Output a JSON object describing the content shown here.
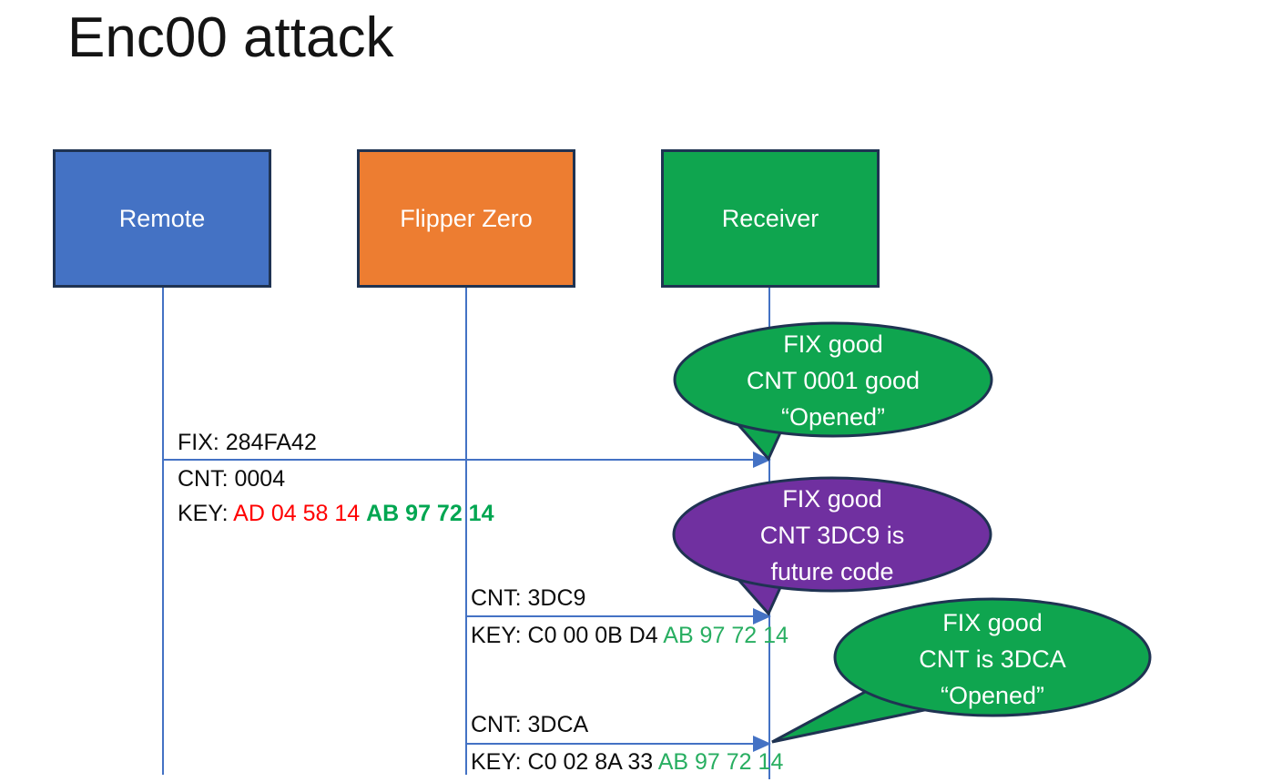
{
  "title": "Enc00 attack",
  "actors": [
    {
      "label": "Remote",
      "fill": "#4472C4"
    },
    {
      "label": "Flipper Zero",
      "fill": "#ED7D31"
    },
    {
      "label": "Receiver",
      "fill": "#0FA54F"
    }
  ],
  "messages": [
    {
      "fix": "FIX: 284FA42",
      "cnt": "CNT: 0004",
      "key_label": "KEY: ",
      "key_red": "AD 04 58 14 ",
      "key_green": "AB 97 72 14"
    },
    {
      "cnt": "CNT: 3DC9",
      "key_label": "KEY: ",
      "key_plain": "C0 00 0B D4 ",
      "key_green": "AB 97 72 14"
    },
    {
      "cnt": "CNT: 3DCA",
      "key_label": "KEY: ",
      "key_plain": "C0 02 8A 33 ",
      "key_green": "AB 97 72 14"
    }
  ],
  "callouts": [
    {
      "lines": [
        "FIX good",
        "CNT 0001 good",
        "“Opened”"
      ],
      "fill": "#0FA54F"
    },
    {
      "lines": [
        "FIX good",
        "CNT 3DC9 is",
        "future code"
      ],
      "fill": "#7030A0"
    },
    {
      "lines": [
        "FIX good",
        "CNT is 3DCA",
        "“Opened”"
      ],
      "fill": "#0FA54F"
    }
  ],
  "colors": {
    "actor_blue": "#4472C4",
    "actor_orange": "#ED7D31",
    "green": "#0FA54F",
    "purple": "#7030A0",
    "shape_border_navy": "#1F3352",
    "line_blue": "#4472C4",
    "key_red": "#FF0000",
    "key_green_bold": "#00A651",
    "key_green": "#28AE61",
    "text_black": "#0D0D0D",
    "text_white": "#FFFFFF"
  }
}
